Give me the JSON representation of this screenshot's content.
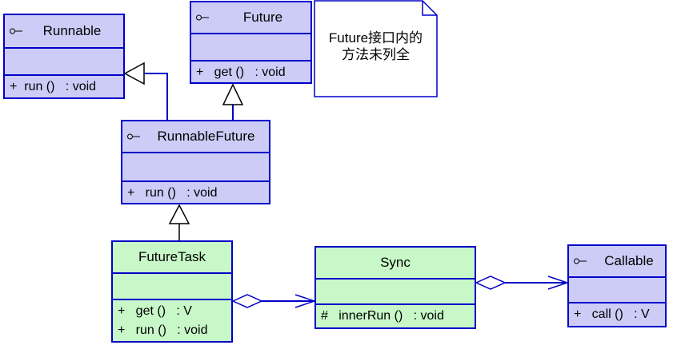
{
  "classes": {
    "runnable": {
      "name": "Runnable",
      "ops": [
        "+  run ()   : void"
      ]
    },
    "future": {
      "name": "Future",
      "ops": [
        "+   get ()   : void"
      ]
    },
    "runnable_future": {
      "name": "RunnableFuture",
      "ops": [
        "+   run ()   : void"
      ]
    },
    "future_task": {
      "name": "FutureTask",
      "ops": [
        "+   get ()   : V",
        "+   run ()   : void"
      ]
    },
    "sync": {
      "name": "Sync",
      "ops": [
        "#   innerRun ()   : void"
      ]
    },
    "callable": {
      "name": "Callable",
      "ops": [
        "+   call ()   : V"
      ]
    }
  },
  "note": {
    "lines": [
      "Future接口内的",
      "方法未列全"
    ]
  },
  "colors": {
    "border": "#0000c8",
    "interface_fill": "#ccccf7",
    "class_fill": "#c8f7c8"
  }
}
